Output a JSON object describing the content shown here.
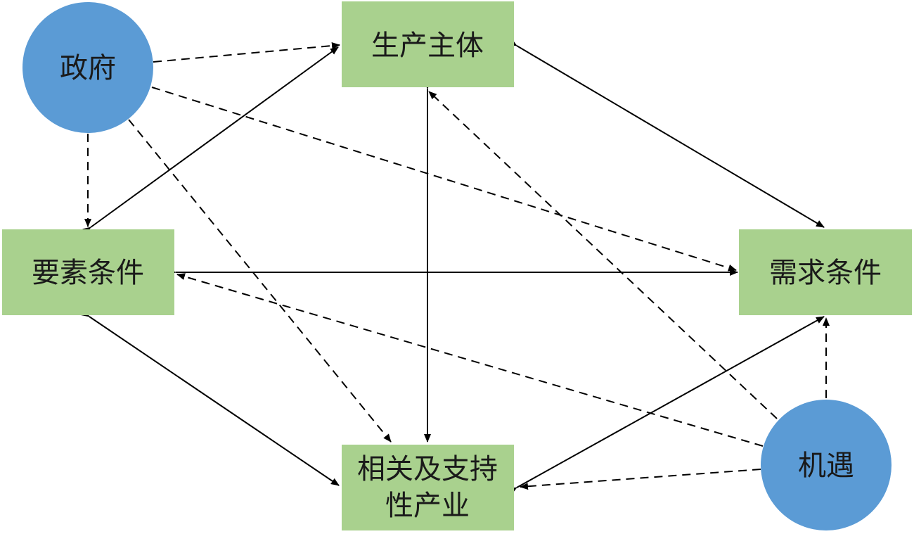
{
  "nodes": {
    "shengchan": {
      "label": "生产主体"
    },
    "yaosu": {
      "label": "要素条件"
    },
    "xuqiu": {
      "label": "需求条件"
    },
    "xiangguan": {
      "label_line1": "相关及支持",
      "label_line2": "性产业"
    },
    "zhengfu": {
      "label": "政府"
    },
    "jiyu": {
      "label": "机遇"
    }
  },
  "colors": {
    "box_fill": "#a9d18e",
    "circle_fill": "#5b9bd5",
    "line": "#000000"
  }
}
